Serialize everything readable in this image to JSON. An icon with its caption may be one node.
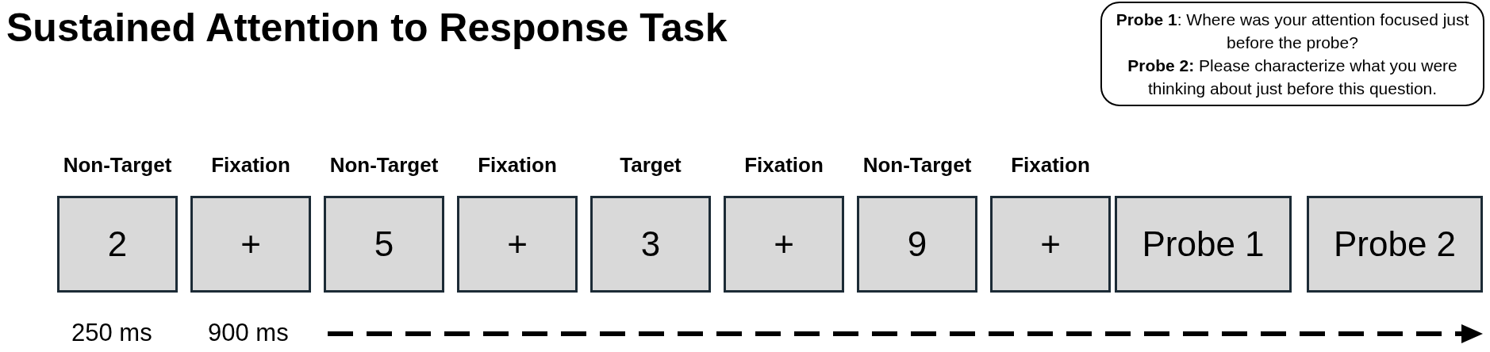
{
  "diagram": {
    "title": "Sustained Attention to Response Task",
    "nodes": [
      {
        "text": [
          "**Probe 1**: Where was your attention focused just before the probe?",
          "**Probe 2:** Please characterize what you were thinking about just before this question."
        ]
      },
      {
        "text": [
          "Non-Target",
          "2"
        ]
      },
      {
        "text": [
          "Fixation",
          "+"
        ]
      },
      {
        "text": [
          "Non-Target",
          "5"
        ]
      },
      {
        "text": [
          "Fixation",
          "+"
        ]
      },
      {
        "text": [
          "Target",
          "3"
        ]
      },
      {
        "text": [
          "Fixation",
          "+"
        ]
      },
      {
        "text": [
          "Non-Target",
          "9"
        ]
      },
      {
        "text": [
          "Fixation",
          "+"
        ]
      },
      {
        "text": [
          "Probe 1"
        ]
      },
      {
        "text": [
          "Probe 2"
        ]
      }
    ],
    "labels": [
      "250 ms",
      "900 ms"
    ]
  }
}
